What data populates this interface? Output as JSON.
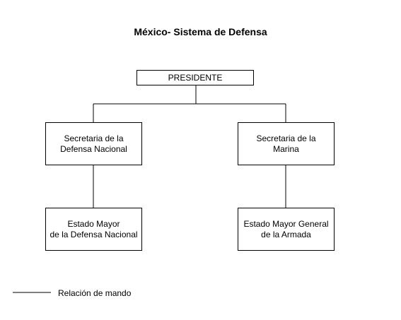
{
  "title": "México- Sistema de Defensa",
  "nodes": {
    "president": "PRESIDENTE",
    "sedena": "Secretaria de la\nDefensa Nacional",
    "semar": "Secretaria de la\nMarina",
    "emdn": "Estado Mayor\nde la Defensa Nacional",
    "emga": "Estado Mayor General\nde la Armada"
  },
  "legend": {
    "line_label": "Relación de mando"
  },
  "colors": {
    "line": "#000000",
    "background": "#ffffff"
  }
}
